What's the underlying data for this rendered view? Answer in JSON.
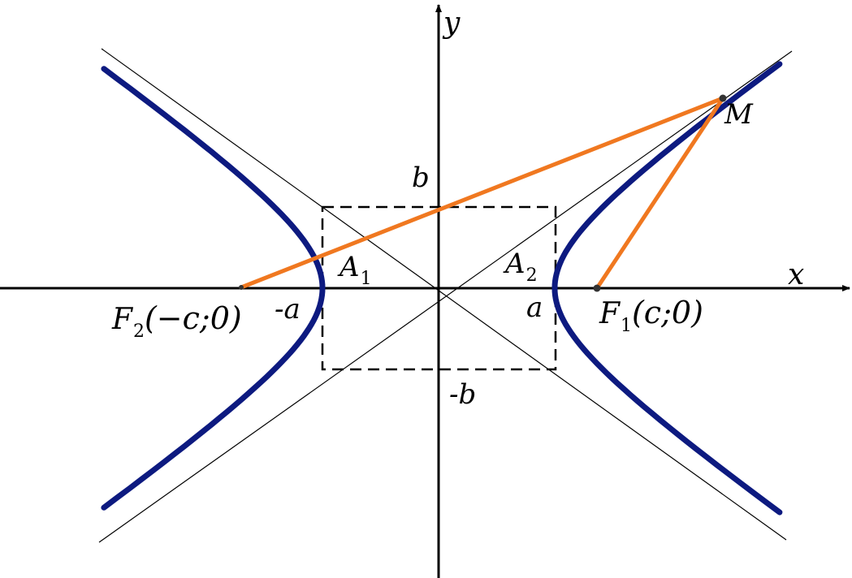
{
  "labels": {
    "y_axis": "y",
    "x_axis": "x",
    "point_m": "M",
    "b_pos": "b",
    "b_neg": "-b",
    "a_pos": "a",
    "a_neg": "-a",
    "a1": "A",
    "a1_sub": "1",
    "a2": "A",
    "a2_sub": "2",
    "f1": "F",
    "f1_sub": "1",
    "f1_coord": "(c;0)",
    "f2": "F",
    "f2_sub": "2",
    "f2_coord": "(−c;0)"
  },
  "colors": {
    "hyperbola": "#0d1a80",
    "focal_lines": "#f07820",
    "axes": "#000000",
    "asymptotes": "#000000",
    "rectangle": "#000000"
  }
}
